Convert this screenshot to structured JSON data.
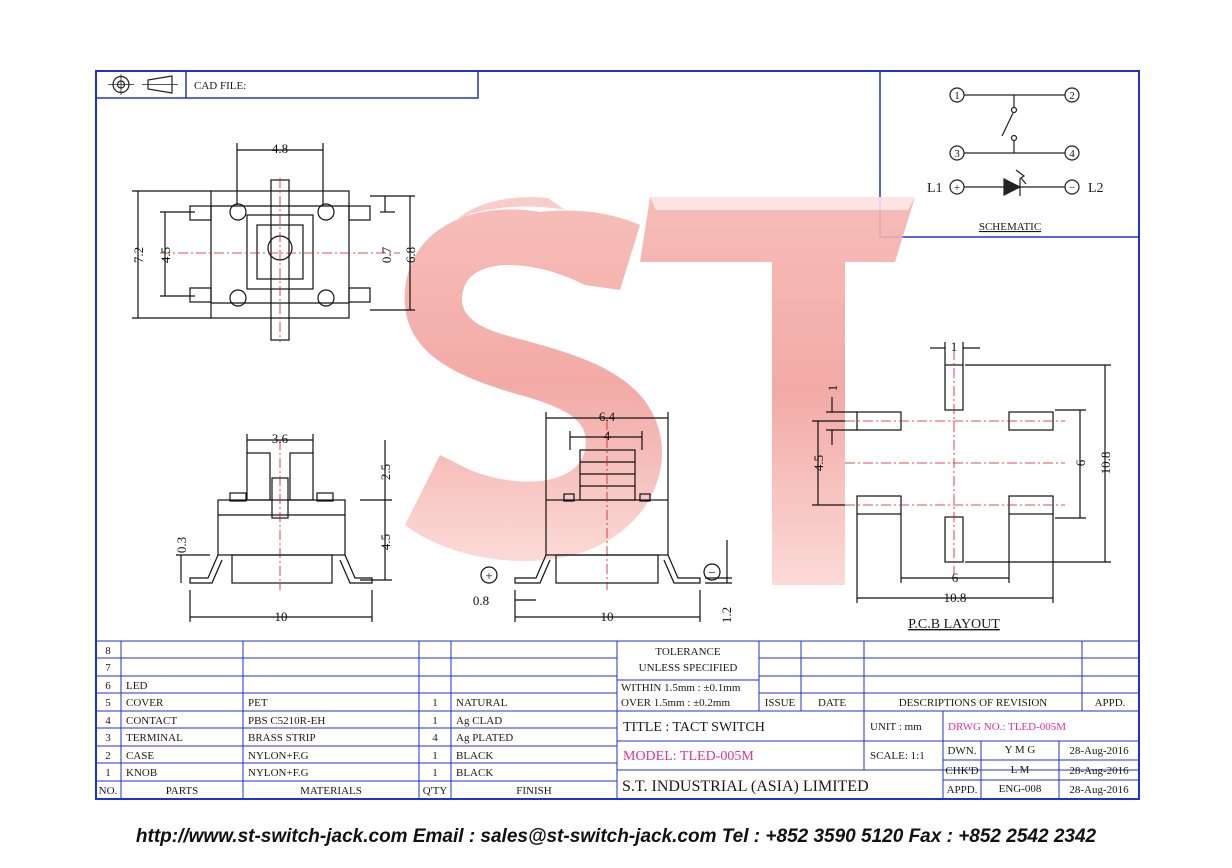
{
  "header": {
    "cad_file_label": "CAD FILE:"
  },
  "watermark": {
    "text": "ST"
  },
  "schematic": {
    "pins": [
      "1",
      "2",
      "3",
      "4"
    ],
    "led_left": "L1",
    "led_right": "L2",
    "plus": "+",
    "minus": "−",
    "title": "SCHEMATIC"
  },
  "dimensions": {
    "top_width": "4.8",
    "top_height_outer": "7.2",
    "top_height_inner": "4.5",
    "top_offset": "0.7",
    "top_height_right": "6.8",
    "side_knob": "3.6",
    "side_knob_height": "2.5",
    "side_body_height": "4.5",
    "side_terminal": "0.3",
    "side_width": "10",
    "front_body": "6.4",
    "front_knob": "4",
    "front_terminal": "0.8",
    "front_width": "10",
    "front_height": "1.2",
    "pcb_pad_w": "1",
    "pcb_pad_h": "1",
    "pcb_vertical": "4.5",
    "pcb_inner": "6",
    "pcb_outer": "10.8",
    "pcb_bottom_inner": "6",
    "pcb_bottom_outer": "10.8"
  },
  "pcb_title": "P.C.B LAYOUT",
  "polarity": {
    "plus": "+",
    "minus": "−"
  },
  "bom": {
    "header": {
      "no": "NO.",
      "parts": "PARTS",
      "materials": "MATERIALS",
      "qty": "Q'TY",
      "finish": "FINISH"
    },
    "rows": [
      {
        "no": "8",
        "part": "",
        "material": "",
        "qty": "",
        "finish": ""
      },
      {
        "no": "7",
        "part": "",
        "material": "",
        "qty": "",
        "finish": ""
      },
      {
        "no": "6",
        "part": "LED",
        "material": "",
        "qty": "",
        "finish": ""
      },
      {
        "no": "5",
        "part": "COVER",
        "material": "PET",
        "qty": "1",
        "finish": "NATURAL"
      },
      {
        "no": "4",
        "part": "CONTACT",
        "material": "PBS C5210R-EH",
        "qty": "1",
        "finish": "Ag CLAD"
      },
      {
        "no": "3",
        "part": "TERMINAL",
        "material": "BRASS STRIP",
        "qty": "4",
        "finish": "Ag PLATED"
      },
      {
        "no": "2",
        "part": "CASE",
        "material": "NYLON+F.G",
        "qty": "1",
        "finish": "BLACK"
      },
      {
        "no": "1",
        "part": "KNOB",
        "material": "NYLON+F.G",
        "qty": "1",
        "finish": "BLACK"
      }
    ]
  },
  "tolerance": {
    "line1": "TOLERANCE",
    "line2": "UNLESS   SPECIFIED",
    "within": "WITHIN  1.5mm : ±0.1mm",
    "over": "OVER    1.5mm : ±0.2mm"
  },
  "revision": {
    "issue": "ISSUE",
    "date": "DATE",
    "descriptions": "DESCRIPTIONS  OF  REVISION",
    "appd": "APPD."
  },
  "title_block": {
    "title": "TITLE : TACT SWITCH",
    "unit": "UNIT :  mm",
    "drwg_no": "DRWG NO.: TLED-005M",
    "model": "MODEL: TLED-005M",
    "scale": "SCALE:  1:1",
    "company": "S.T.  INDUSTRIAL  (ASIA)  LIMITED",
    "dwn_label": "DWN.",
    "dwn_value": "Y M G",
    "dwn_date": "28-Aug-2016",
    "chkd_label": "CHK'D",
    "chkd_value": "L M",
    "chkd_date": "28-Aug-2016",
    "appd_label": "APPD.",
    "appd_value": "ENG-008",
    "appd_date": "28-Aug-2016"
  },
  "footer": {
    "text": "http://www.st-switch-jack.com  Email : sales@st-switch-jack.com  Tel : +852 3590 5120  Fax : +852 2542 2342"
  },
  "colors": {
    "frame": "#2233cc",
    "watermark": "#f3a6a2",
    "accent": "#e0329a",
    "centerline": "#d01818"
  }
}
